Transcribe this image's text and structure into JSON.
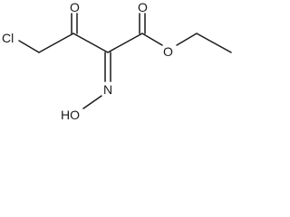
{
  "molecule": {
    "atoms": {
      "chlorine": "Cl",
      "ketone_oxygen": "O",
      "carbonyl_oxygen": "O",
      "ester_oxygen": "O",
      "oxime_nitrogen": "N",
      "hydroxyl": "HO"
    }
  }
}
